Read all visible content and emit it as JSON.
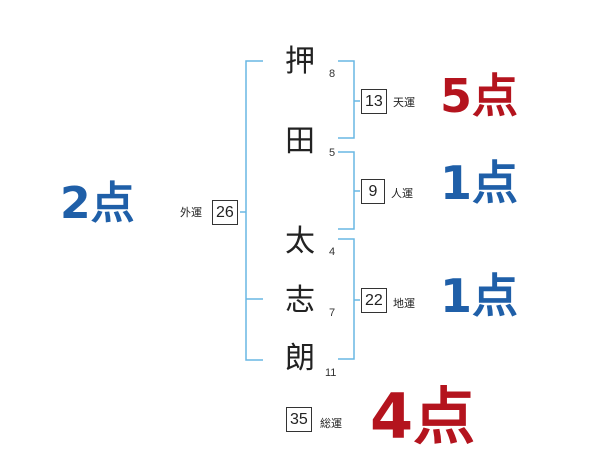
{
  "colors": {
    "bracket": "#69b7e3",
    "good": "#b4141e",
    "normal": "#1f5fa8"
  },
  "characters": [
    {
      "char": "押",
      "strokes": "8"
    },
    {
      "char": "田",
      "strokes": "5"
    },
    {
      "char": "太",
      "strokes": "4"
    },
    {
      "char": "志",
      "strokes": "7"
    },
    {
      "char": "朗",
      "strokes": "11"
    }
  ],
  "fortunes": {
    "tenkaku": {
      "value": "13",
      "label": "天運",
      "score": "5点"
    },
    "jinkaku": {
      "value": "9",
      "label": "人運",
      "score": "1点"
    },
    "chikaku": {
      "value": "22",
      "label": "地運",
      "score": "1点"
    },
    "gaikaku": {
      "value": "26",
      "label": "外運",
      "score": "2点"
    },
    "soukaku": {
      "value": "35",
      "label": "総運",
      "score": "4点"
    }
  }
}
